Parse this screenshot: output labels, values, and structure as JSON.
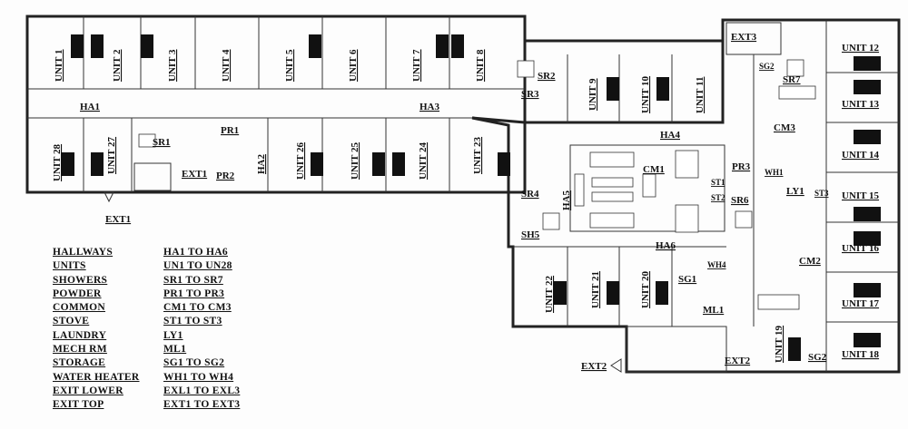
{
  "rooms": {
    "units_top": [
      "UNIT 1",
      "UNIT 2",
      "UNIT 3",
      "UNIT 4",
      "UNIT 5",
      "UNIT 6",
      "UNIT 7",
      "UNIT 8"
    ],
    "units_mid": [
      "UNIT 9",
      "UNIT 10",
      "UNIT 11"
    ],
    "units_bottom_left": [
      "UNIT 28",
      "UNIT 27",
      "UNIT 26",
      "UNIT 25",
      "UNIT 24",
      "UNIT 23"
    ],
    "units_bottom_mid": [
      "UNIT 22",
      "UNIT 21",
      "UNIT 20",
      "UNIT 19"
    ],
    "units_right": [
      "UNIT 12",
      "UNIT 13",
      "UNIT 14",
      "UNIT 15",
      "UNIT 16",
      "UNIT 17",
      "UNIT 18"
    ],
    "hallways": [
      "HA1",
      "HA2",
      "HA3",
      "HA4",
      "HA5",
      "HA6"
    ],
    "showers": [
      "SR1",
      "SR2",
      "SR3",
      "SR4",
      "SH5",
      "SR6",
      "SR7"
    ],
    "powder": [
      "PR1",
      "PR2",
      "PR3"
    ],
    "common": [
      "CM1",
      "CM2",
      "CM3"
    ],
    "stove": [
      "ST1",
      "ST2",
      "ST3"
    ],
    "laundry": "LY1",
    "mech": "ML1",
    "storage": [
      "SG1",
      "SG2",
      "SG2"
    ],
    "water_heater": [
      "WH1",
      "WH4"
    ],
    "exits": [
      "EXT1",
      "EXT1",
      "EXT2",
      "EXT2",
      "EXT3"
    ]
  },
  "legend": [
    {
      "name": "HALLWAYS",
      "code": "HA1 TO HA6"
    },
    {
      "name": "UNITS",
      "code": "UN1 TO UN28"
    },
    {
      "name": "SHOWERS",
      "code": "SR1 TO SR7"
    },
    {
      "name": "POWDER",
      "code": "PR1 TO PR3"
    },
    {
      "name": "COMMON",
      "code": "CM1 TO CM3"
    },
    {
      "name": "STOVE",
      "code": "ST1 TO ST3"
    },
    {
      "name": "LAUNDRY",
      "code": "LY1"
    },
    {
      "name": "MECH RM",
      "code": "ML1"
    },
    {
      "name": "STORAGE",
      "code": "SG1 TO SG2"
    },
    {
      "name": "WATER HEATER",
      "code": "WH1 TO WH4"
    },
    {
      "name": "EXIT LOWER",
      "code": "EXL1 TO EXL3"
    },
    {
      "name": "EXIT TOP",
      "code": "EXT1 TO EXT3"
    }
  ]
}
